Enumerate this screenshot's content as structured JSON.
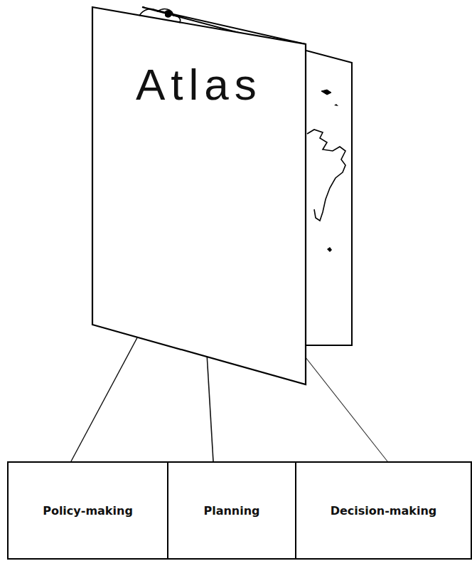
{
  "diagram": {
    "nodes": [
      {
        "text": [
          "Atlas"
        ]
      },
      {
        "text": [
          "Policy-making"
        ]
      },
      {
        "text": [
          "Planning"
        ]
      },
      {
        "text": [
          "Decision-making"
        ]
      }
    ],
    "edges": [
      {
        "from": 0,
        "to": 1,
        "arrow": "none"
      },
      {
        "from": 0,
        "to": 2,
        "arrow": "none"
      },
      {
        "from": 0,
        "to": 3,
        "arrow": "none"
      }
    ]
  }
}
